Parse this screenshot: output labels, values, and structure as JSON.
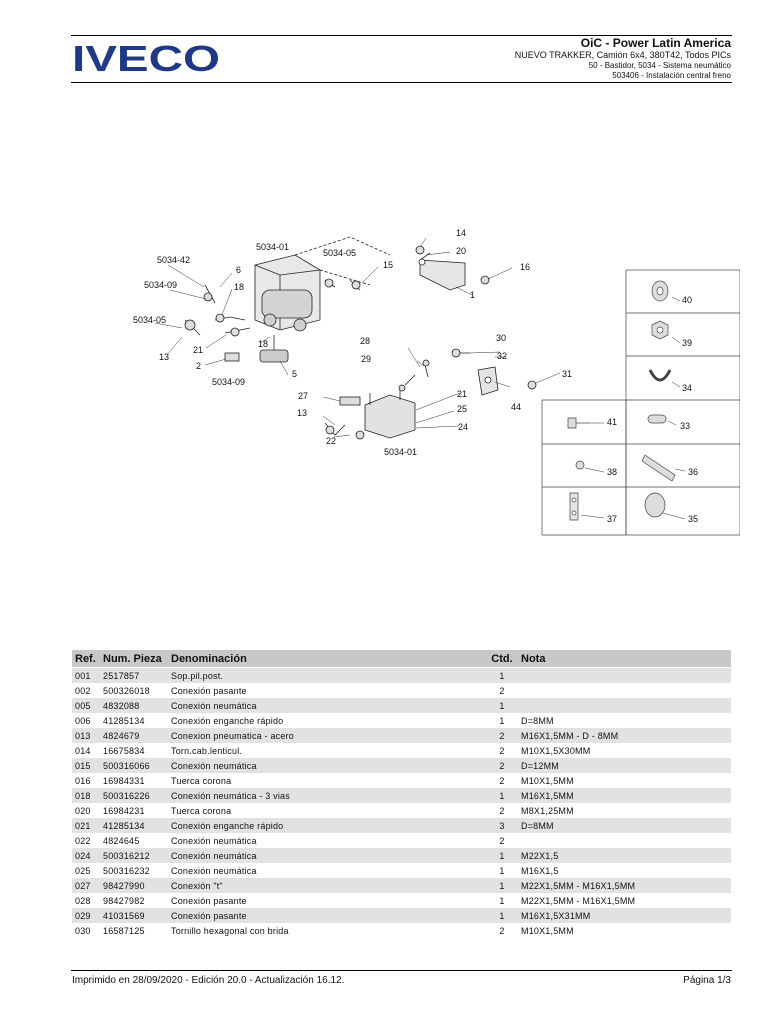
{
  "header": {
    "logo_text": "IVECO",
    "title": "OiC - Power Latin America",
    "line1": "NUEVO TRAKKER, Camión 6x4, 380T42, Todos PICs",
    "line2": "50 - Bastidor, 5034 - Sistema neumático",
    "line3": "503406 - Instalación central freno"
  },
  "diagram": {
    "callouts": [
      "14",
      "20",
      "16",
      "15",
      "5034-01",
      "5034-05",
      "5034-42",
      "6",
      "18",
      "5034-09",
      "5034-05",
      "13",
      "21",
      "2",
      "18",
      "5",
      "5034-09",
      "1",
      "30",
      "32",
      "28",
      "29",
      "31",
      "21",
      "25",
      "44",
      "27",
      "13",
      "22",
      "24",
      "5034-01",
      "40",
      "39",
      "34",
      "33",
      "41",
      "36",
      "38",
      "37",
      "35"
    ]
  },
  "table": {
    "headers": [
      "Ref.",
      "Num. Pieza",
      "Denominación",
      "Ctd.",
      "Nota"
    ],
    "rows": [
      [
        "001",
        "2517857",
        "Sop.pil.post.",
        "1",
        ""
      ],
      [
        "002",
        "500326018",
        "Conexión pasante",
        "2",
        ""
      ],
      [
        "005",
        "4832088",
        "Conexión neumática",
        "1",
        ""
      ],
      [
        "006",
        "41285134",
        "Conexión enganche rápido",
        "1",
        "D=8MM"
      ],
      [
        "013",
        "4824679",
        "Conexion pneumatica - acero",
        "2",
        "M16X1,5MM - D - 8MM"
      ],
      [
        "014",
        "16675834",
        "Torn.cab.lenticul.",
        "2",
        "M10X1,5X30MM"
      ],
      [
        "015",
        "500316066",
        "Conexión neumática",
        "2",
        "D=12MM"
      ],
      [
        "016",
        "16984331",
        "Tuerca corona",
        "2",
        "M10X1,5MM"
      ],
      [
        "018",
        "500316226",
        "Conexión neumática - 3 vias",
        "1",
        "M16X1,5MM"
      ],
      [
        "020",
        "16984231",
        "Tuerca corona",
        "2",
        "M8X1,25MM"
      ],
      [
        "021",
        "41285134",
        "Conexión enganche rápido",
        "3",
        "D=8MM"
      ],
      [
        "022",
        "4824645",
        "Conexión neumática",
        "2",
        ""
      ],
      [
        "024",
        "500316212",
        "Conexión neumática",
        "1",
        "M22X1,5"
      ],
      [
        "025",
        "500316232",
        "Conexión neumática",
        "1",
        "M16X1,5"
      ],
      [
        "027",
        "98427990",
        "Conexión \"t\"",
        "1",
        "M22X1,5MM - M16X1,5MM"
      ],
      [
        "028",
        "98427982",
        "Conexión pasante",
        "1",
        "M22X1,5MM - M16X1,5MM"
      ],
      [
        "029",
        "41031569",
        "Conexión pasante",
        "1",
        "M16X1,5X31MM"
      ],
      [
        "030",
        "16587125",
        "Tornillo hexagonal con brida",
        "2",
        "M10X1,5MM"
      ]
    ]
  },
  "footer": {
    "left": "Imprimido en 28/09/2020 - Edición 20.0 - Actualización 16.12.",
    "right": "Página 1/3"
  },
  "colors": {
    "logo_blue": "#1d3a8a",
    "header_row": "#c8c8c8",
    "shade_row": "#e2e2e2"
  }
}
